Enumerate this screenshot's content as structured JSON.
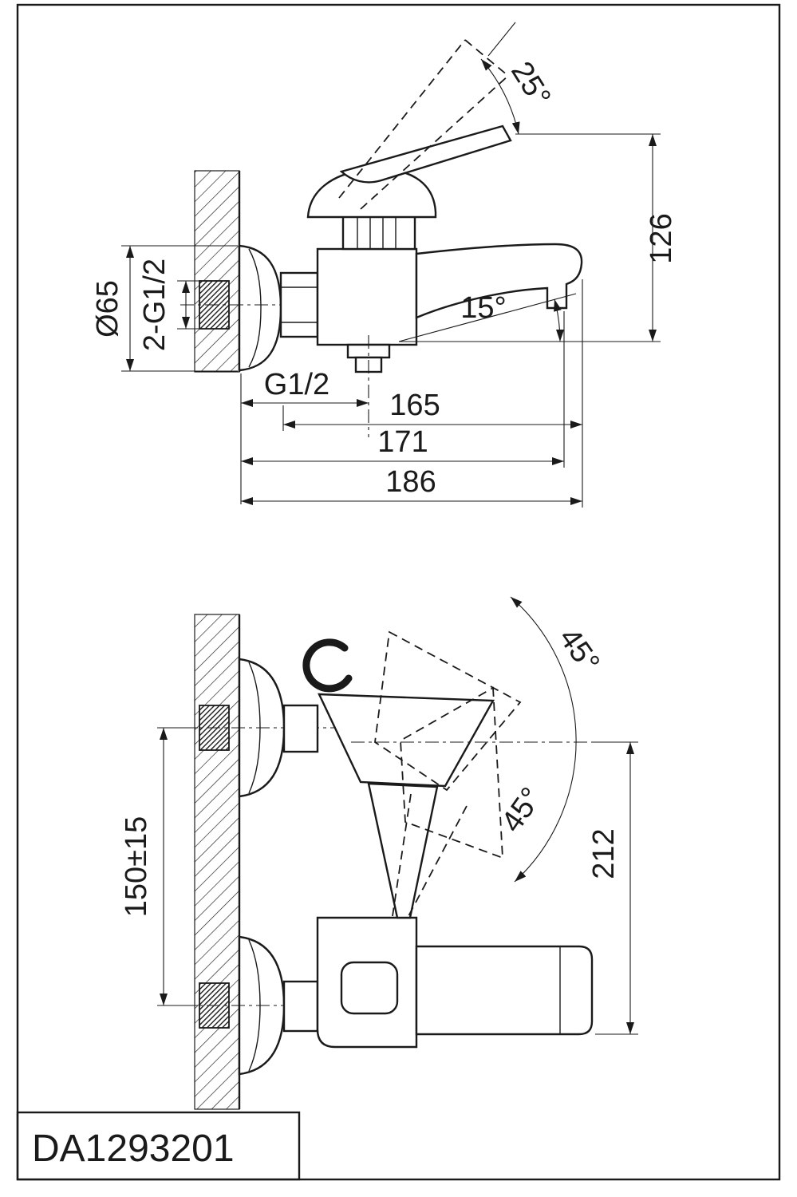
{
  "colors": {
    "ink": "#1a1a1a",
    "paper": "#ffffff"
  },
  "title_block": {
    "model": "DA1293201"
  },
  "side_view": {
    "labels": {
      "handle_angle": "25°",
      "height": "126",
      "flange_diameter": "Ø65",
      "wall_threads": "2-G1/2",
      "outlet_thread": "G1/2",
      "spout_angle": "15°",
      "reach_spout": "165",
      "reach_mid": "171",
      "reach_total": "186"
    }
  },
  "front_view": {
    "labels": {
      "swing_upper": "45°",
      "swing_lower": "45°",
      "height_total": "212",
      "inlet_spacing": "150±15"
    }
  }
}
